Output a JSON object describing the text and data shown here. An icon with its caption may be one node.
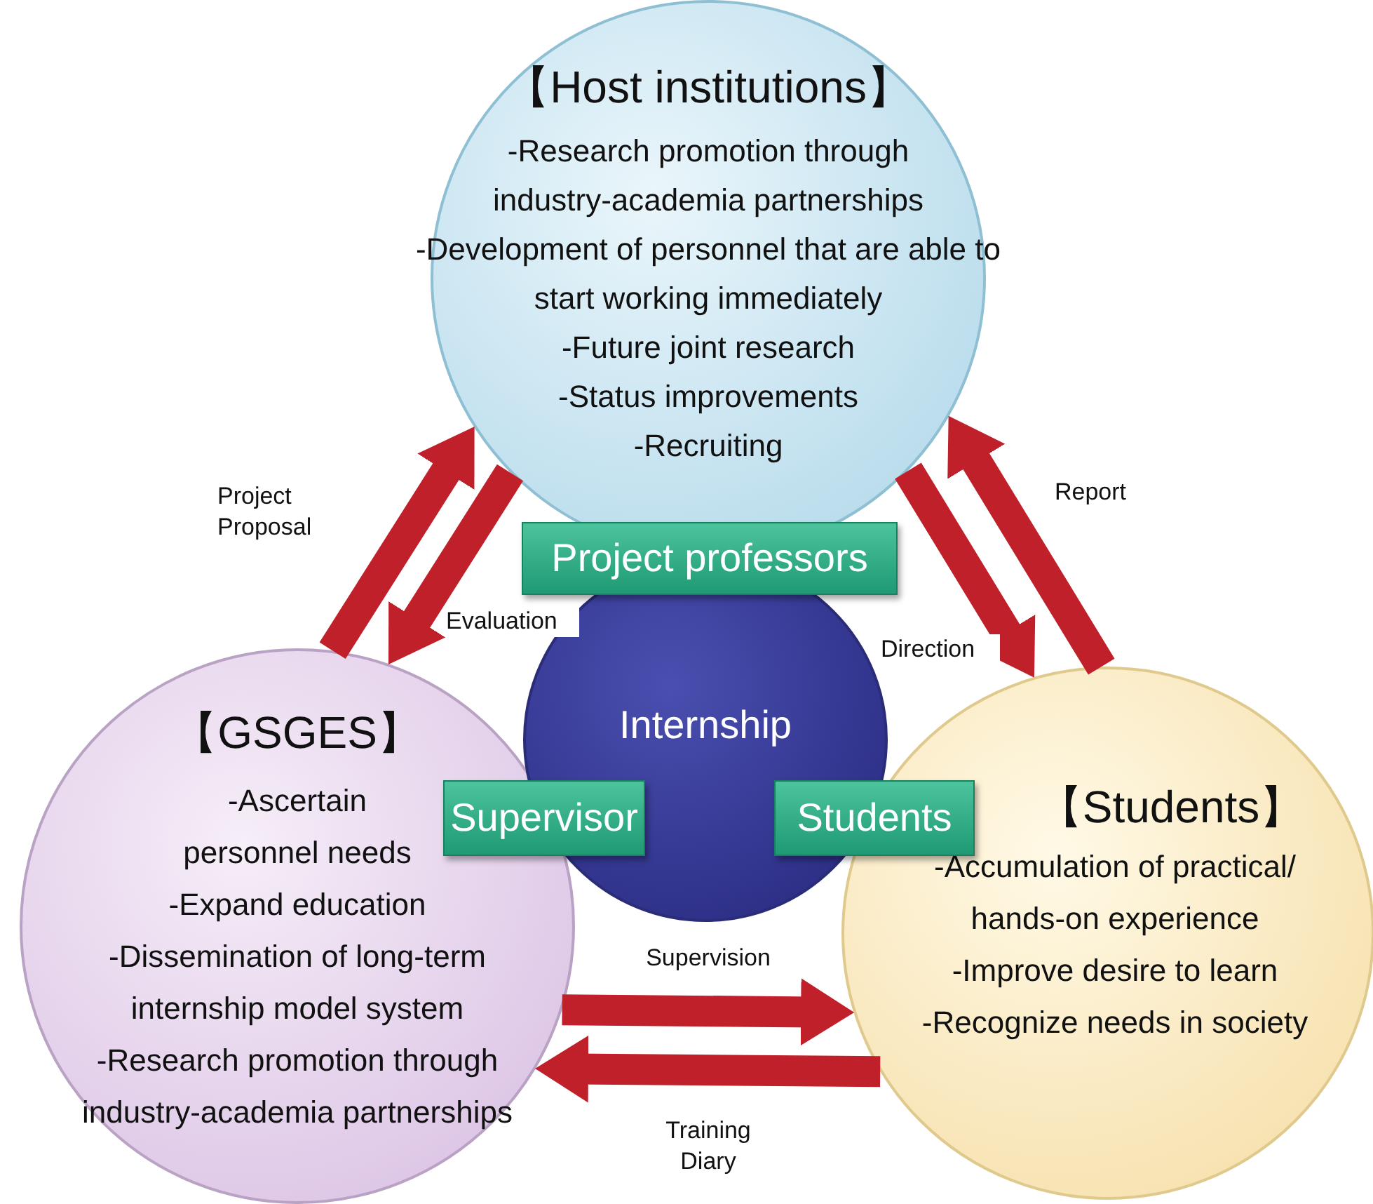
{
  "diagram": {
    "nodes": [
      {
        "text": [
          "【Host institutions】",
          "-Research promotion through industry-academia partnerships",
          "-Development of personnel that are able to start working immediately",
          "-Future joint research",
          "-Status improvements",
          "-Recruiting"
        ]
      },
      {
        "text": [
          "【GSGES】",
          "-Ascertain personnel needs",
          "-Expand education",
          "-Dissemination of long-term internship model system",
          "-Research promotion through industry-academia partnerships"
        ]
      },
      {
        "text": [
          "【Students】",
          "-Accumulation of practical/ hands-on experience",
          "-Improve desire to learn",
          "-Recognize needs in society"
        ]
      },
      {
        "text": [
          "Internship"
        ]
      },
      {
        "text": [
          "Project professors"
        ]
      },
      {
        "text": [
          "Supervisor"
        ]
      },
      {
        "text": [
          "Students"
        ]
      }
    ],
    "edges": [
      {
        "from": 1,
        "to": 0,
        "arrow": "to",
        "label": "Project Proposal"
      },
      {
        "from": 0,
        "to": 1,
        "arrow": "to",
        "label": "Evaluation"
      },
      {
        "from": 0,
        "to": 2,
        "arrow": "to",
        "label": "Direction"
      },
      {
        "from": 2,
        "to": 0,
        "arrow": "to",
        "label": "Report"
      },
      {
        "from": 1,
        "to": 2,
        "arrow": "to",
        "label": "Supervision"
      },
      {
        "from": 2,
        "to": 1,
        "arrow": "to",
        "label": "Training Diary"
      }
    ]
  }
}
